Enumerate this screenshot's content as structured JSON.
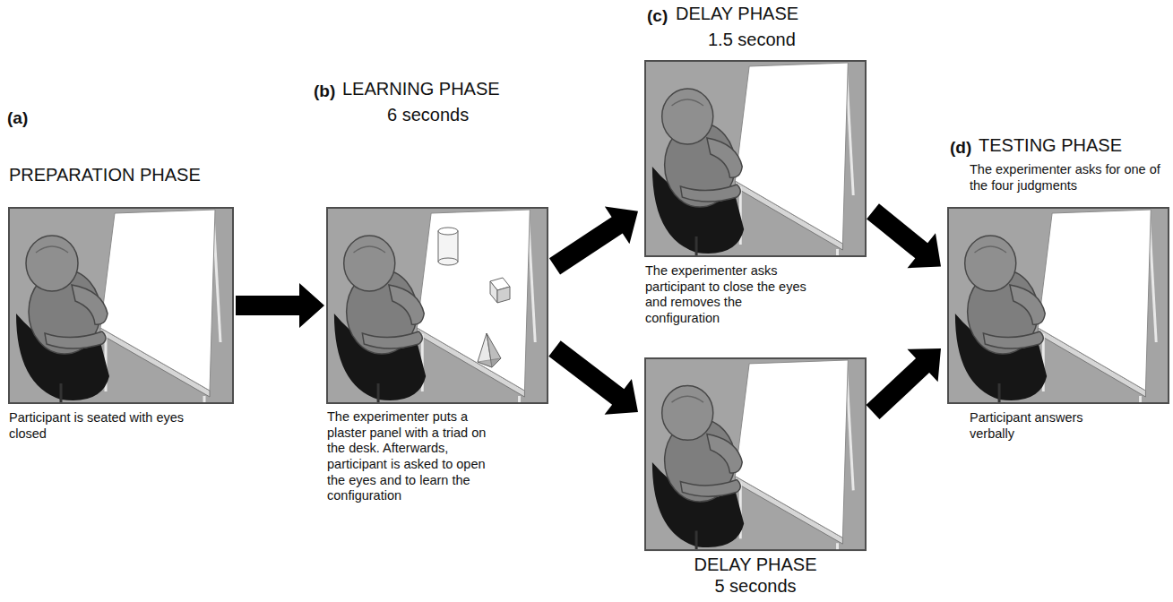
{
  "diagram": {
    "nodes": [
      {
        "text": [
          "(a)",
          "PREPARATION PHASE",
          "Participant is seated with eyes closed"
        ]
      },
      {
        "text": [
          "(b)",
          "LEARNING PHASE",
          "6 seconds",
          "The experimenter puts a plaster panel with a triad on the desk. Afterwards, participant is asked to open the eyes and to learn the configuration"
        ]
      },
      {
        "text": [
          "(c)",
          "DELAY PHASE",
          "1.5 second",
          "The experimenter asks participant to close the eyes and removes the configuration"
        ]
      },
      {
        "text": [
          "DELAY PHASE",
          "5 seconds"
        ]
      },
      {
        "text": [
          "(d)",
          "TESTING PHASE",
          "The experimenter asks for one of the four judgments",
          "Participant answers verbally"
        ]
      }
    ],
    "edges": [
      {
        "from": 0,
        "to": 1,
        "arrow": "to"
      },
      {
        "from": 1,
        "to": 2,
        "arrow": "to"
      },
      {
        "from": 1,
        "to": 3,
        "arrow": "to"
      },
      {
        "from": 2,
        "to": 4,
        "arrow": "to"
      },
      {
        "from": 3,
        "to": 4,
        "arrow": "to"
      }
    ]
  }
}
